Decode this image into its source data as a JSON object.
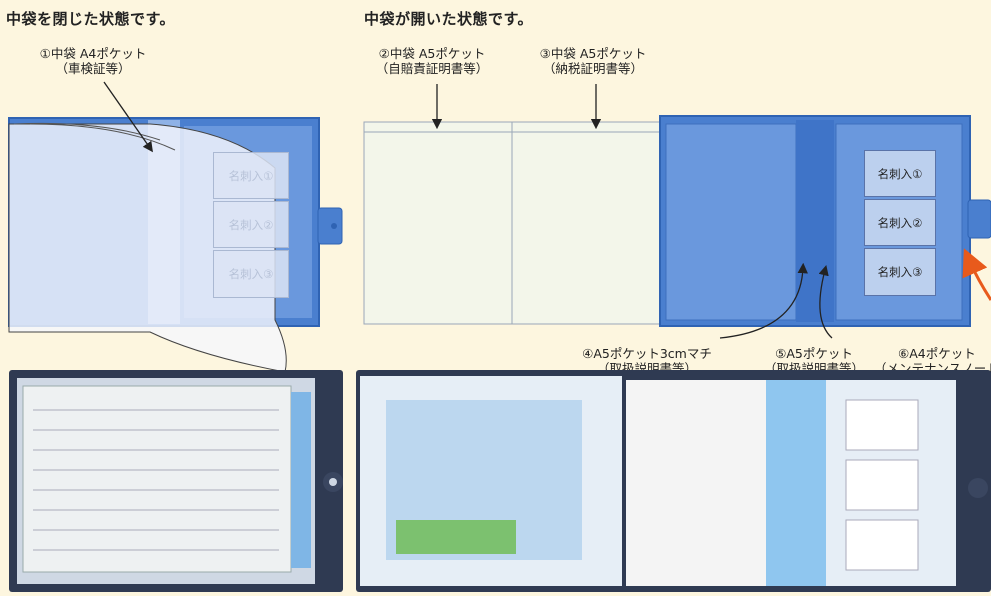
{
  "titles": {
    "closed": "中袋を閉じた状態です。",
    "open": "中袋が開いた状態です。"
  },
  "labels": {
    "pocket1": {
      "line1": "①中袋 A4ポケット",
      "line2": "（車検証等）"
    },
    "pocket2": {
      "line1": "②中袋 A5ポケット",
      "line2": "（自賠責証明書等）"
    },
    "pocket3": {
      "line1": "③中袋 A5ポケット",
      "line2": "（納税証明書等）"
    },
    "pocket4": {
      "line1": "④A5ポケット3cmマチ",
      "line2": "（取扱説明書等）"
    },
    "pocket5": {
      "line1": "⑤A5ポケット",
      "line2": "（取扱説明書等）"
    },
    "pocket6": {
      "line1": "⑥A4ポケット",
      "line2": "（メンテナンスノート等"
    }
  },
  "card_slots": {
    "closed": [
      "名刺入①",
      "名刺入②",
      "名刺入③"
    ],
    "open": [
      "名刺入①",
      "名刺入②",
      "名刺入③"
    ]
  },
  "colors": {
    "background": "#fdf6df",
    "cover_blue": "#4a7fcf",
    "cover_blue_dark": "#2f63b3",
    "cover_blue_light": "#8fb2e6",
    "pocket_panel": "#f3f6ea",
    "photo_frame": "#2f3a52",
    "accent_arrow": "#e85a1c"
  }
}
